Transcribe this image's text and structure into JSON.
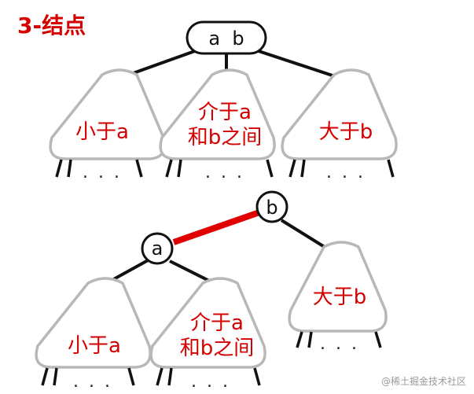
{
  "title": "3-结点",
  "top_diagram": {
    "node_label": "a  b",
    "subtrees": [
      {
        "line1": "小于a",
        "line2": ""
      },
      {
        "line1": "介于a",
        "line2": "和b之间"
      },
      {
        "line1": "大于b",
        "line2": ""
      }
    ],
    "dots": ". . ."
  },
  "bottom_diagram": {
    "node_a": "a",
    "node_b": "b",
    "subtrees": [
      {
        "line1": "小于a",
        "line2": ""
      },
      {
        "line1": "介于a",
        "line2": "和b之间"
      },
      {
        "line1": "大于b",
        "line2": ""
      }
    ],
    "dots": ". . ."
  },
  "watermark": "@稀土掘金技术社区",
  "colors": {
    "accent_red": "#d40000",
    "triangle_gray": "#b8b8b8",
    "edge": "#111111"
  }
}
